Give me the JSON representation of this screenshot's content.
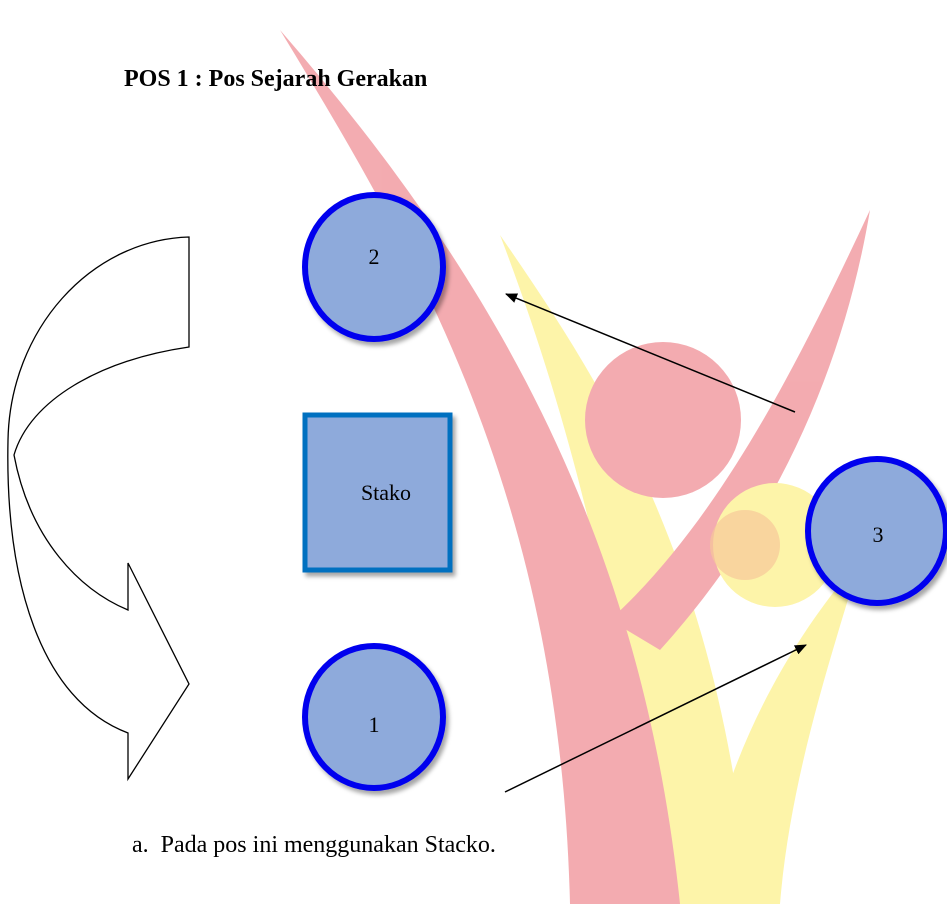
{
  "title": "POS 1 : Pos Sejarah Gerakan",
  "nodes": {
    "pos1": "1",
    "pos2": "2",
    "pos3": "3",
    "stako": "Stako"
  },
  "caption": {
    "marker": "a.",
    "text": "Pada pos ini menggunakan Stacko."
  },
  "colors": {
    "node_fill": "#8eaadb",
    "node_border": "#0000ee",
    "stako_border": "#0070c0",
    "watermark_red": "#f2a3a8",
    "watermark_yellow": "#fdf3a0",
    "watermark_orange": "#f7c28f"
  }
}
